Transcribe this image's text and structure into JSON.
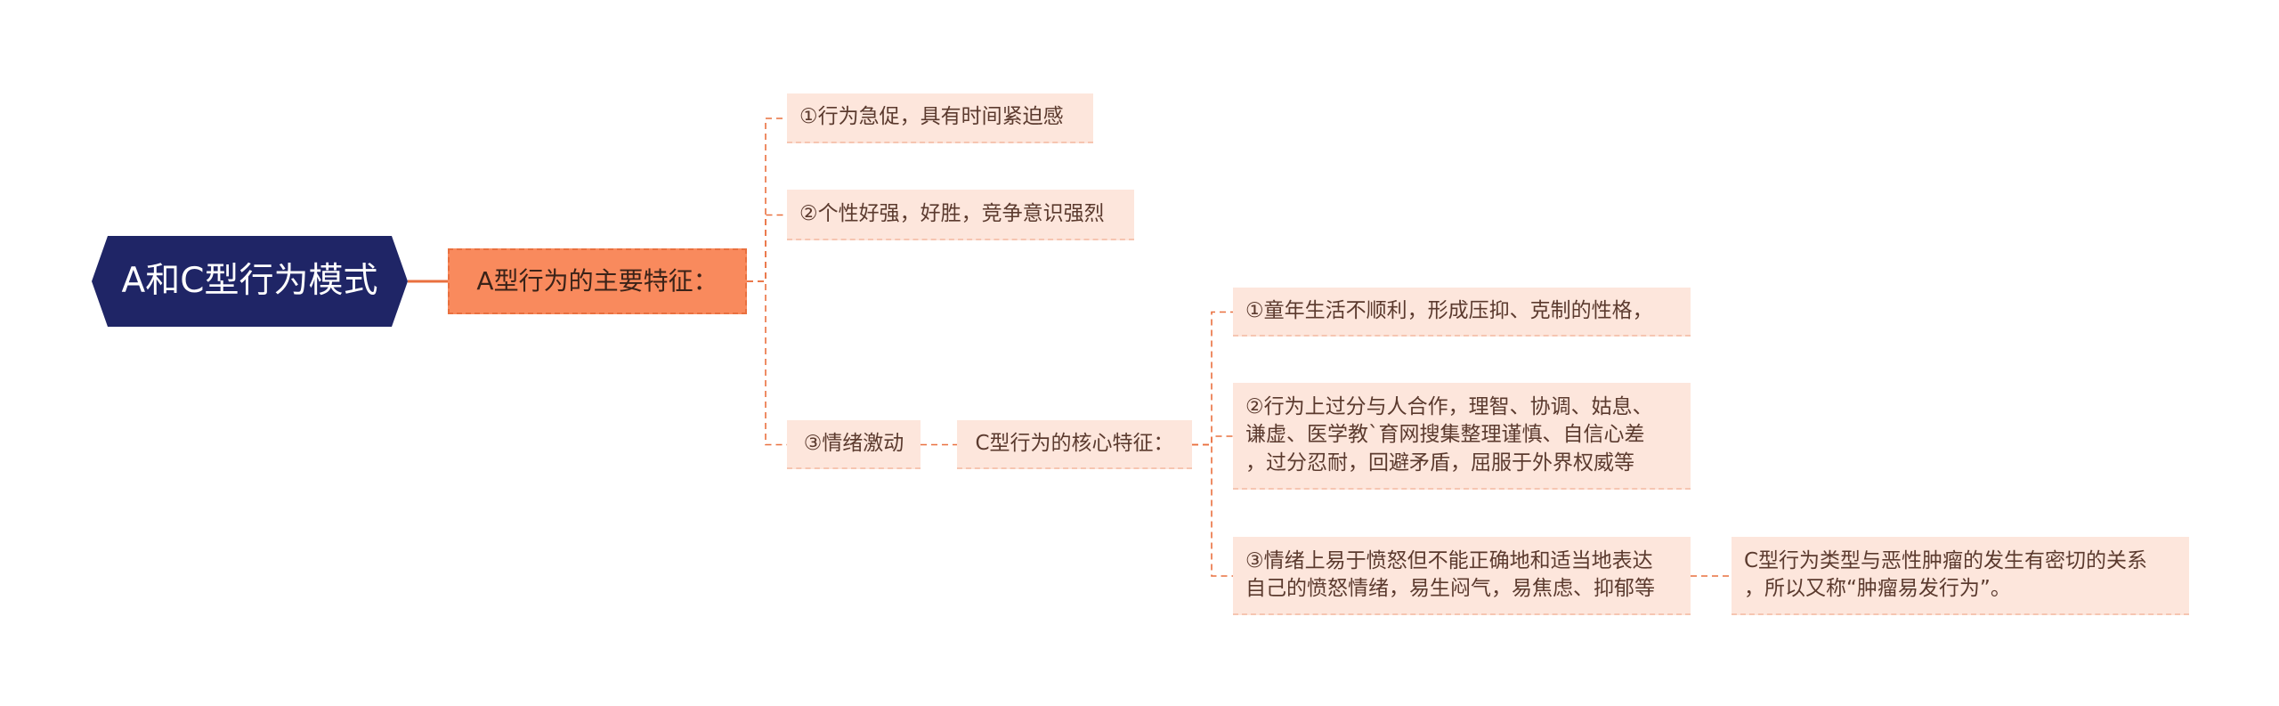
{
  "colors": {
    "root_fill": "#1f2566",
    "root_text": "#ffffff",
    "primary_fill": "#f98a5d",
    "leaf_fill": "#fde6dc",
    "connector": "#e9703f"
  },
  "mindmap": {
    "root": {
      "label": "A和C型行为模式"
    },
    "type_a": {
      "label": "A型行为的主要特征：",
      "items": [
        "①行为急促，具有时间紧迫感",
        "②个性好强，好胜，竞争意识强烈",
        "③情绪激动"
      ]
    },
    "type_c": {
      "label": "C型行为的核心特征：",
      "items": [
        {
          "lines": [
            "①童年生活不顺利，形成压抑、克制的性格，"
          ]
        },
        {
          "lines": [
            "②行为上过分与人合作，理智、协调、姑息、",
            "谦虚、医学教`育网搜集整理谨慎、自信心差",
            "，过分忍耐，回避矛盾，屈服于外界权威等"
          ]
        },
        {
          "lines": [
            "③情绪上易于愤怒但不能正确地和适当地表达",
            "自己的愤怒情绪，易生闷气，易焦虑、抑郁等"
          ]
        }
      ],
      "conclusion": {
        "lines": [
          "C型行为类型与恶性肿瘤的发生有密切的关系",
          "，所以又称“肿瘤易发行为”。"
        ]
      }
    }
  }
}
